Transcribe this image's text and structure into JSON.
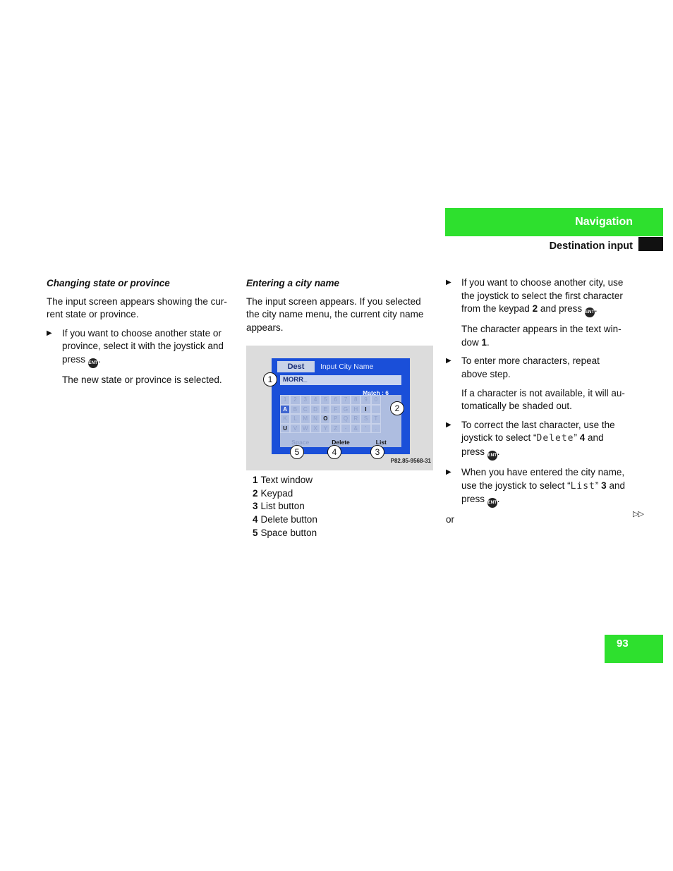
{
  "header": {
    "section": "Navigation",
    "subsection": "Destination input"
  },
  "page_number": "93",
  "col1": {
    "heading": "Changing state or province",
    "intro_l1": "The input screen appears showing the cur-",
    "intro_l2": "rent state or province.",
    "bullet_l1": "If you want to choose another state or",
    "bullet_l2": "province, select it with the joystick and",
    "bullet_l3": "press",
    "result": "The new state or province is selected."
  },
  "col2": {
    "heading": "Entering a city name",
    "intro_l1": "The input screen appears. If you selected",
    "intro_l2": "the city name menu, the current city name",
    "intro_l3": "appears.",
    "screen": {
      "tab": "Dest",
      "title": "Input City Name",
      "text": "MORR_",
      "match": "Match : 6",
      "rows": [
        [
          "1",
          "2",
          "3",
          "4",
          "5",
          "6",
          "7",
          "8",
          "9",
          "0"
        ],
        [
          "A",
          "B",
          "C",
          "D",
          "E",
          "F",
          "G",
          "H",
          "I",
          ""
        ],
        [
          "K",
          "L",
          "M",
          "N",
          "O",
          "P",
          "Q",
          "R",
          "S",
          "T"
        ],
        [
          "U",
          "V",
          "W",
          "X",
          "Y",
          "Z",
          "-",
          "&",
          "'",
          "."
        ]
      ],
      "space": "Space",
      "delete": "Delete",
      "list": "List",
      "figure_id": "P82.85-9568-31"
    },
    "callouts": [
      "1",
      "2",
      "3",
      "4",
      "5"
    ],
    "legend": [
      {
        "num": "1",
        "text": "Text window"
      },
      {
        "num": "2",
        "text": "Keypad"
      },
      {
        "num": "3",
        "text": "List button"
      },
      {
        "num": "4",
        "text": "Delete button"
      },
      {
        "num": "5",
        "text": "Space button"
      }
    ]
  },
  "col3": {
    "b1_l1": "If you want to choose another city, use",
    "b1_l2": "the joystick to select the first character",
    "b1_l3a": "from the keypad",
    "b1_l3n": "2",
    "b1_l3b": "and press",
    "note1_l1": "The character appears in the text win-",
    "note1_l2a": "dow",
    "note1_l2n": "1",
    "b2_l1": "To enter more characters, repeat",
    "b2_l2": "above step.",
    "note2_l1": "If a character is not available, it will au-",
    "note2_l2": "tomatically be shaded out.",
    "b3_l1": "To correct the last character, use the",
    "b3_l2a": "joystick to select “",
    "b3_mono": "Delete",
    "b3_l2b": "”",
    "b3_num": "4",
    "b3_l2c": "and",
    "b3_l3": "press",
    "b4_l1": "When you have entered the city name,",
    "b4_l2a": "use the joystick to select “",
    "b4_mono": "List",
    "b4_l2b": "”",
    "b4_num": "3",
    "b4_l2c": "and",
    "b4_l3": "press",
    "or": "or",
    "continue": "▷▷"
  },
  "icons": {
    "ent_button": "ENT",
    "bullet": "▶"
  },
  "colors": {
    "accent": "#2ee02e",
    "screen_blue": "#1a4fd9"
  }
}
